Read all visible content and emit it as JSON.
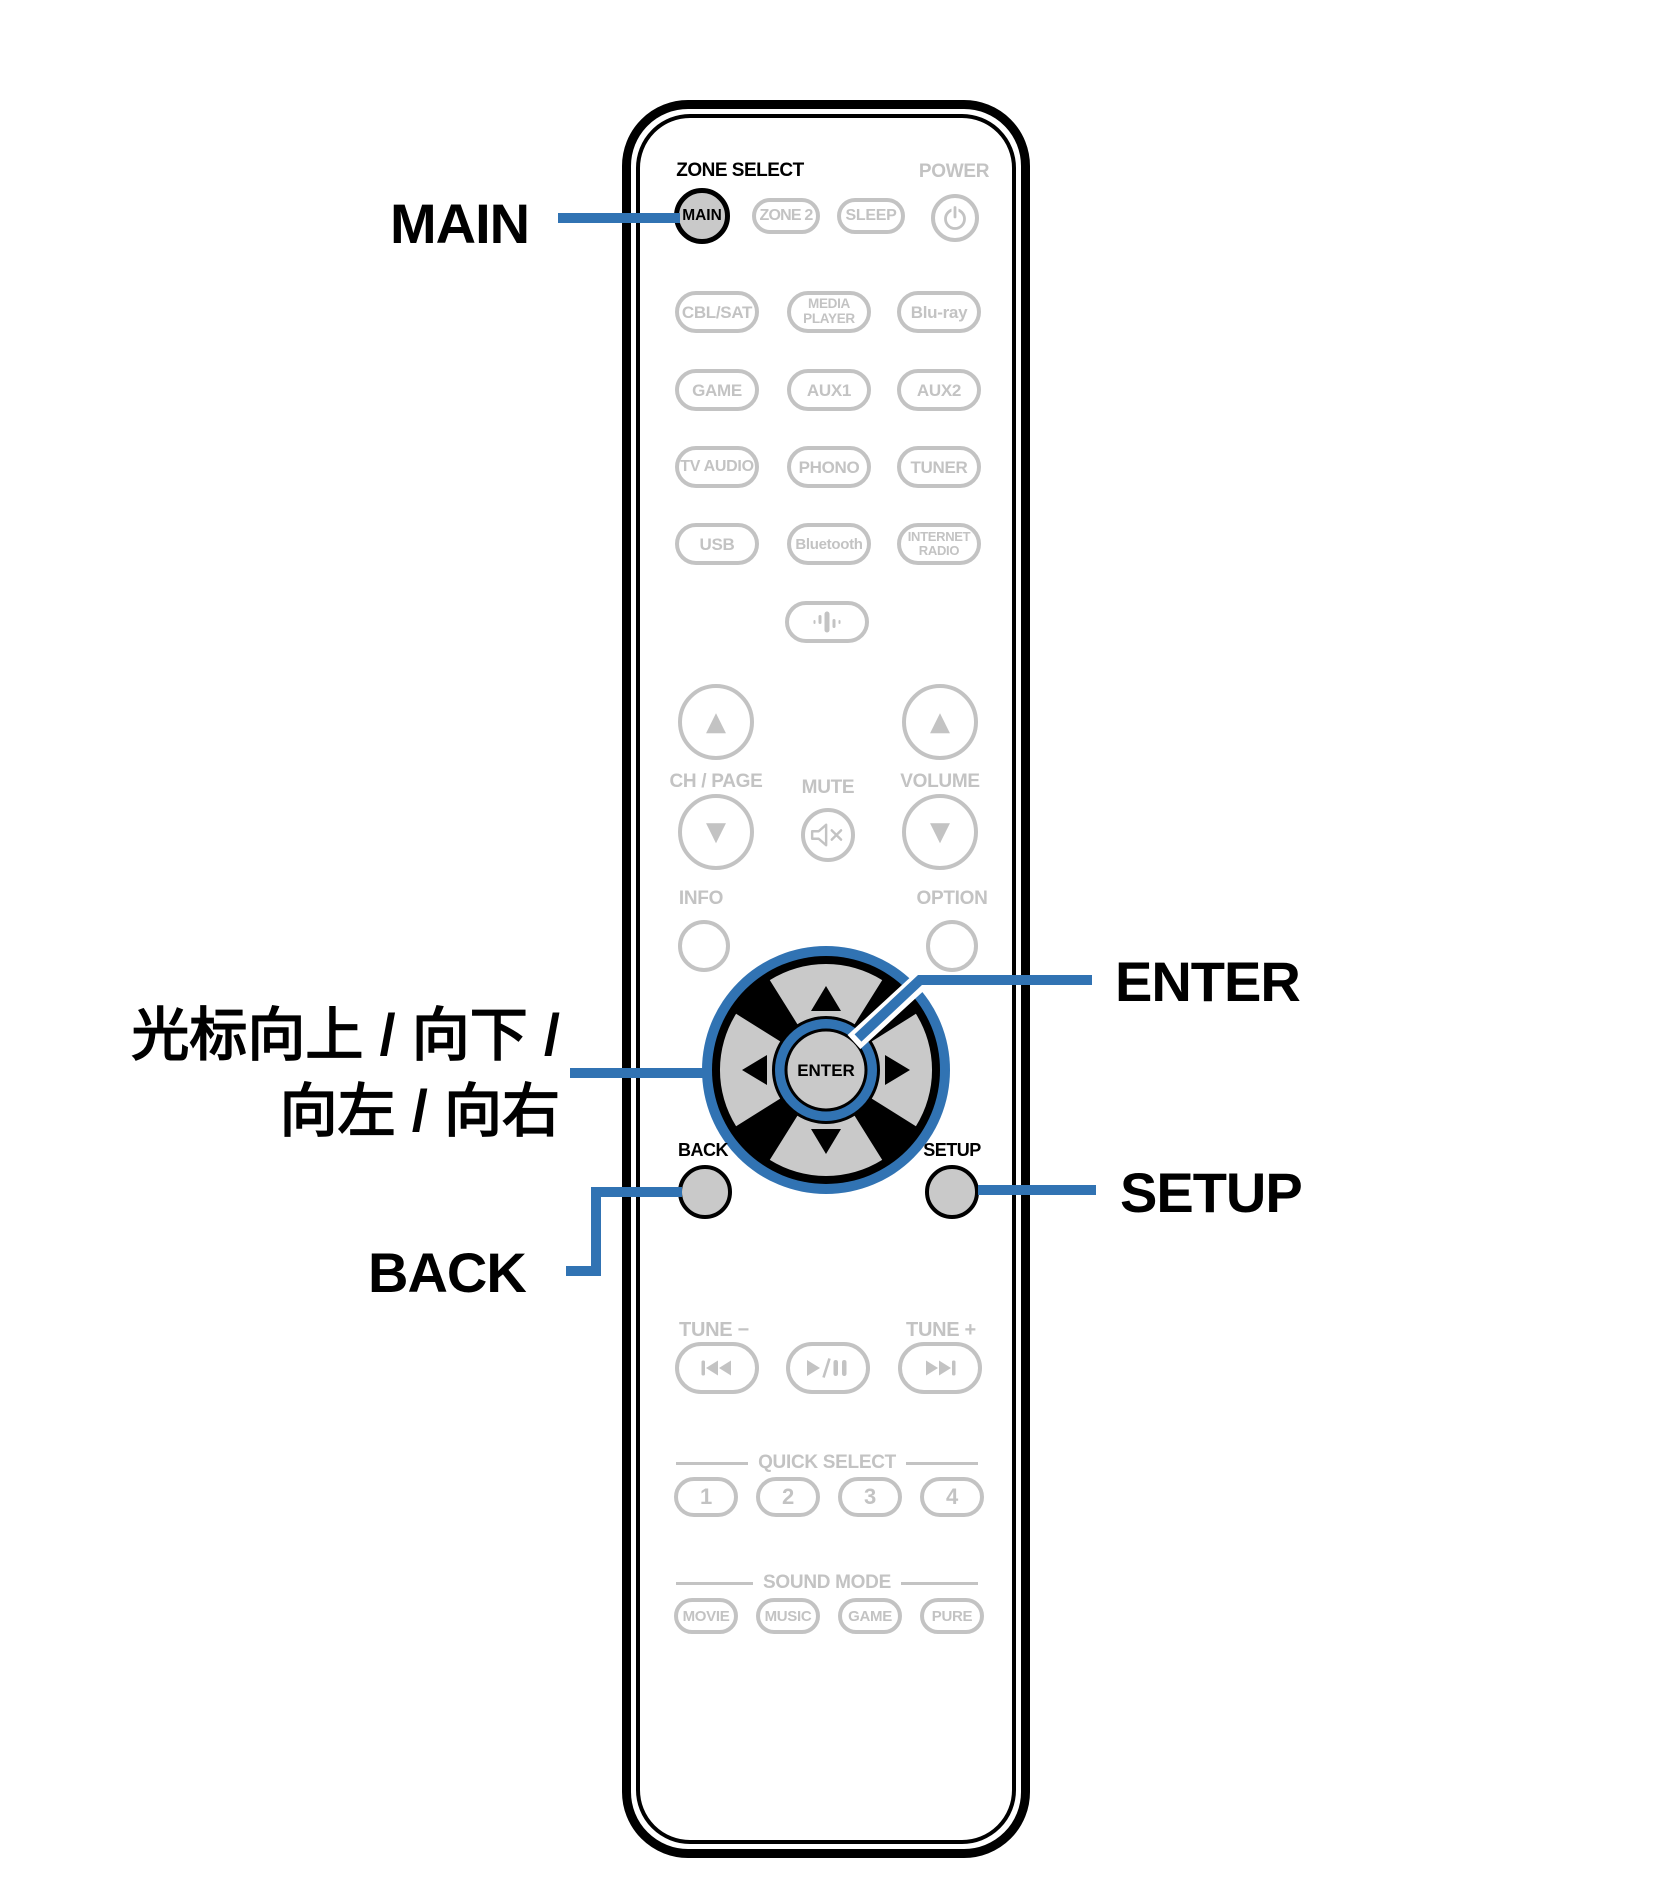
{
  "colors": {
    "accent_blue": "#3173b3",
    "inactive_gray": "#c3c3c3",
    "button_fill_gray": "#c9c9c9",
    "outline_black": "#000000"
  },
  "callouts": {
    "main_label": "MAIN",
    "cursor_label_line1": "光标向上 / 向下 /",
    "cursor_label_line2": "向左 / 向右",
    "enter_label": "ENTER",
    "back_label": "BACK",
    "setup_label": "SETUP"
  },
  "remote": {
    "zone_select_heading": "ZONE SELECT",
    "power_heading": "POWER",
    "main_button": "MAIN",
    "zone2_button": "ZONE 2",
    "sleep_button": "SLEEP",
    "sources": [
      {
        "label": "CBL/SAT"
      },
      {
        "line1": "MEDIA",
        "line2": "PLAYER"
      },
      {
        "label": "Blu-ray"
      },
      {
        "label": "GAME"
      },
      {
        "label": "AUX1"
      },
      {
        "label": "AUX2"
      },
      {
        "label": "TV AUDIO"
      },
      {
        "label": "PHONO"
      },
      {
        "label": "TUNER"
      },
      {
        "label": "USB"
      },
      {
        "label": "Bluetooth"
      },
      {
        "line1": "INTERNET",
        "line2": "RADIO"
      }
    ],
    "ch_page_heading": "CH / PAGE",
    "mute_heading": "MUTE",
    "volume_heading": "VOLUME",
    "info_heading": "INFO",
    "option_heading": "OPTION",
    "enter_button": "ENTER",
    "back_heading": "BACK",
    "setup_heading": "SETUP",
    "tune_minus_heading": "TUNE −",
    "tune_plus_heading": "TUNE +",
    "quick_select_heading": "QUICK SELECT",
    "quick_select_buttons": [
      "1",
      "2",
      "3",
      "4"
    ],
    "sound_mode_heading": "SOUND MODE",
    "sound_mode_buttons": [
      "MOVIE",
      "MUSIC",
      "GAME",
      "PURE"
    ],
    "glyphs": {
      "up": "▲",
      "down": "▼"
    },
    "icons": {
      "power": "power-icon",
      "mute": "mute-speaker-icon",
      "speaker_setup": "speaker-setup-icon",
      "skip_back": "skip-back-icon",
      "play_pause": "play-pause-icon",
      "skip_forward": "skip-forward-icon"
    }
  }
}
